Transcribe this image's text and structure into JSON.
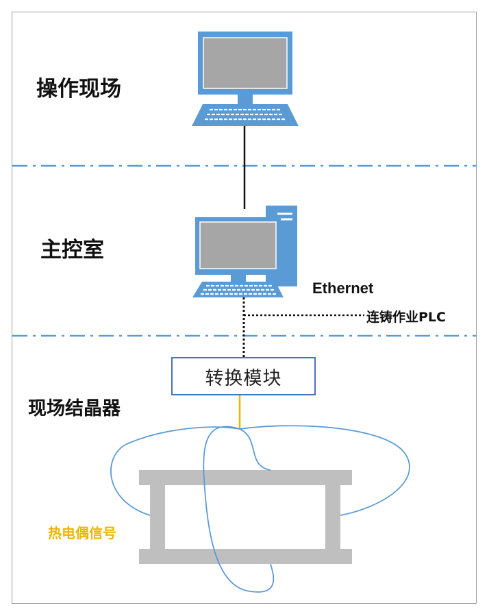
{
  "zones": {
    "operation_site": "操作现场",
    "main_control_room": "主控室",
    "field_mold": "现场结晶器"
  },
  "network": {
    "ethernet": "Ethernet",
    "plc": "连铸作业PLC"
  },
  "module": {
    "label": "转换模块"
  },
  "signal": {
    "label": "热电偶信号"
  },
  "colors": {
    "computer_blue": "#5b9bd5",
    "screen_gray": "#a6a6a6",
    "dashdot_line": "#5b9bd5",
    "module_border": "#4472c4",
    "signal_orange": "#f0b400",
    "mold_gray": "#bfbfbf"
  },
  "icons": {
    "top": "laptop-computer-icon",
    "middle": "desktop-computer-icon"
  }
}
